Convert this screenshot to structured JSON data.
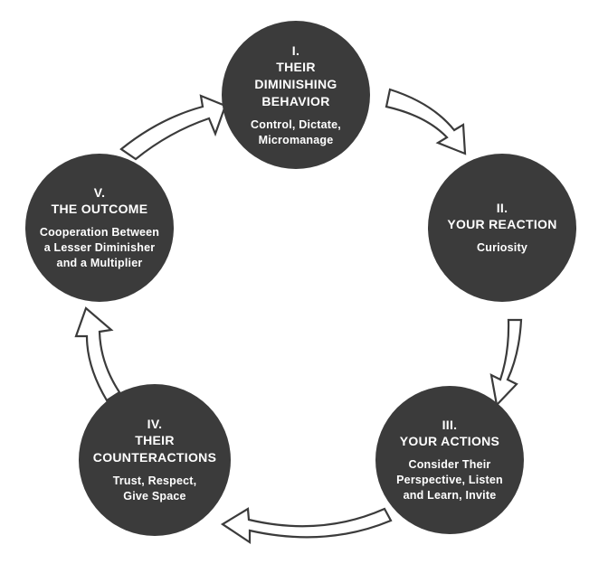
{
  "colors": {
    "node_fill": "#3b3b3b",
    "node_text": "#ffffff",
    "arrow_stroke": "#3b3b3b",
    "arrow_fill": "#ffffff",
    "background": "#ffffff"
  },
  "nodes": [
    {
      "numeral": "I.",
      "title": "THEIR DIMINISHING\nBEHAVIOR",
      "description": "Control, Dictate,\nMicromanage"
    },
    {
      "numeral": "II.",
      "title": "YOUR REACTION",
      "description": "Curiosity"
    },
    {
      "numeral": "III.",
      "title": "YOUR ACTIONS",
      "description": "Consider Their\nPerspective, Listen\nand Learn, Invite"
    },
    {
      "numeral": "IV.",
      "title": "THEIR\nCOUNTERACTIONS",
      "description": "Trust, Respect,\nGive Space"
    },
    {
      "numeral": "V.",
      "title": "THE OUTCOME",
      "description": "Cooperation Between\na Lesser Diminisher\nand a Multiplier"
    }
  ],
  "arrows": [
    {
      "from": "I.",
      "to": "II.",
      "icon": "cycle-arrow-icon"
    },
    {
      "from": "II.",
      "to": "III.",
      "icon": "cycle-arrow-icon"
    },
    {
      "from": "III.",
      "to": "IV.",
      "icon": "cycle-arrow-icon"
    },
    {
      "from": "IV.",
      "to": "V.",
      "icon": "cycle-arrow-icon"
    },
    {
      "from": "V.",
      "to": "I.",
      "icon": "cycle-arrow-icon"
    }
  ]
}
